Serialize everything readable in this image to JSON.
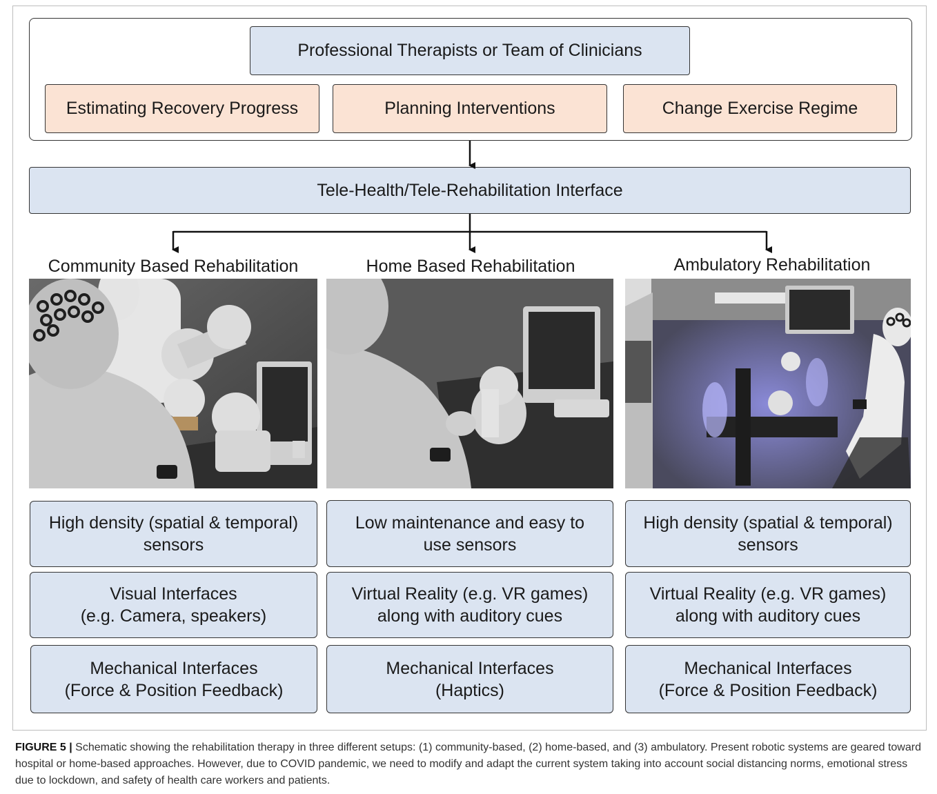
{
  "top": {
    "header": "Professional Therapists or Team of Clinicians",
    "tasks": [
      "Estimating Recovery Progress",
      "Planning Interventions",
      "Change Exercise Regime"
    ]
  },
  "interface": "Tele-Health/Tele-Rehabilitation Interface",
  "settings": [
    {
      "title": "Community Based Rehabilitation",
      "features": [
        [
          "High density (spatial & temporal)",
          "sensors"
        ],
        [
          "Visual Interfaces",
          "(e.g. Camera, speakers)"
        ],
        [
          "Mechanical Interfaces",
          "(Force & Position Feedback)"
        ]
      ]
    },
    {
      "title": "Home Based Rehabilitation",
      "features": [
        [
          "Low maintenance and easy to",
          "use sensors"
        ],
        [
          "Virtual Reality (e.g. VR games)",
          "along with auditory cues"
        ],
        [
          "Mechanical Interfaces",
          "(Haptics)"
        ]
      ]
    },
    {
      "title": "Ambulatory Rehabilitation",
      "features": [
        [
          "High density (spatial & temporal)",
          "sensors"
        ],
        [
          "Virtual Reality (e.g. VR games)",
          "along with auditory cues"
        ],
        [
          "Mechanical Interfaces",
          "(Force & Position Feedback)"
        ]
      ]
    }
  ],
  "caption": {
    "label": "FIGURE 5 |",
    "text": " Schematic showing the rehabilitation therapy in three different setups: (1) community-based, (2) home-based, and (3) ambulatory. Present robotic systems are geared toward hospital or home-based approaches. However, due to COVID pandemic, we need to modify and adapt the current system taking into account social distancing norms, emotional stress due to lockdown, and safety of health care workers and patients."
  }
}
